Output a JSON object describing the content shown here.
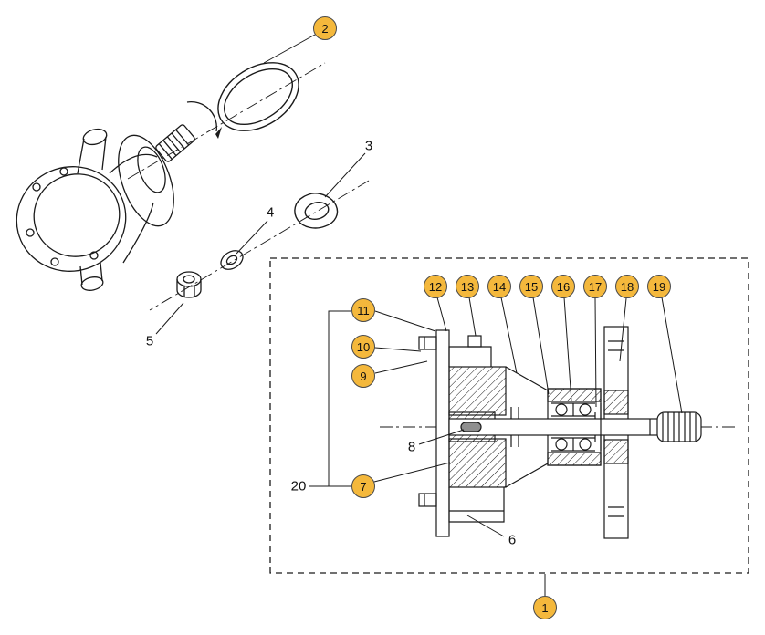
{
  "diagram": {
    "type": "exploded-parts-diagram",
    "subject": "pump assembly exploded view with cross-section detail",
    "balloons": {
      "b1": "1",
      "b2": "2",
      "b7": "7",
      "b9": "9",
      "b10": "10",
      "b11": "11",
      "b12": "12",
      "b13": "13",
      "b14": "14",
      "b15": "15",
      "b16": "16",
      "b17": "17",
      "b18": "18",
      "b19": "19"
    },
    "labels": {
      "l3": "3",
      "l4": "4",
      "l5": "5",
      "l6": "6",
      "l8": "8",
      "l20": "20"
    },
    "colors": {
      "balloon_fill": "#F4B83C",
      "balloon_border": "#4a4a4a",
      "line": "#1a1a1a",
      "background": "#ffffff"
    }
  }
}
